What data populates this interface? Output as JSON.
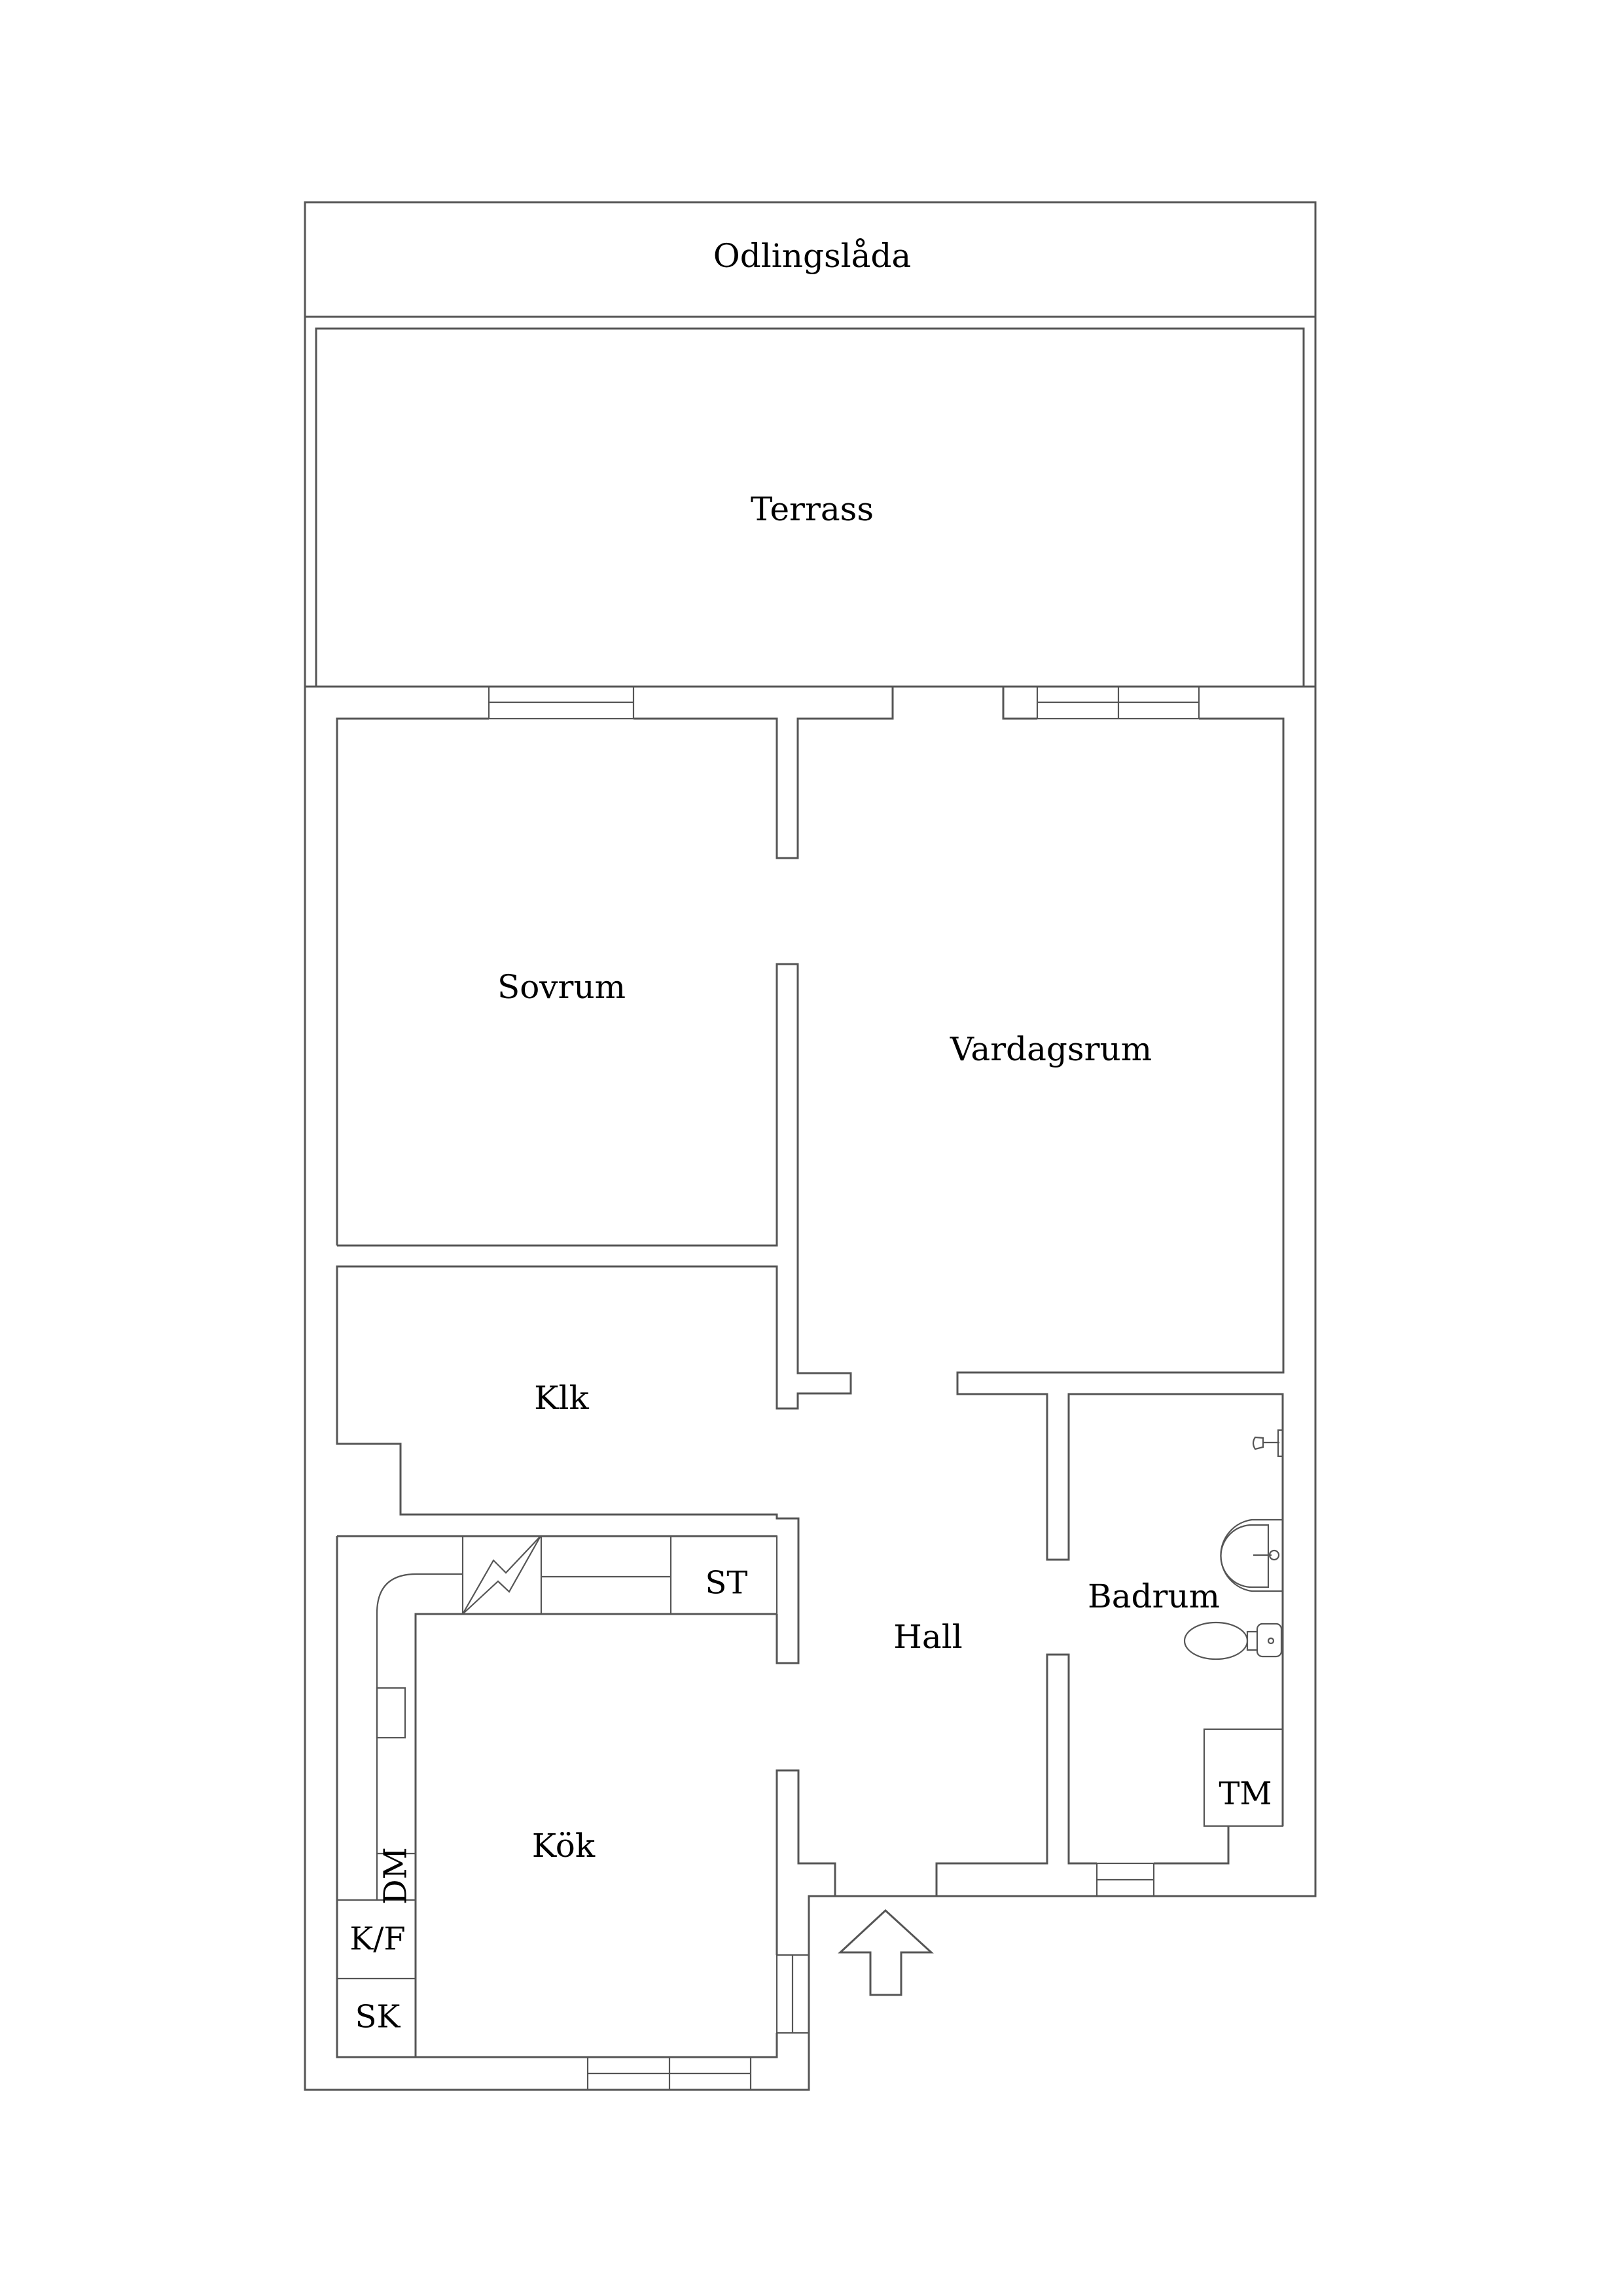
{
  "floorplan": {
    "colors": {
      "line": "#555555",
      "text": "#000000",
      "background": "#ffffff"
    },
    "outdoor": {
      "planter_label": "Odlingslåda",
      "terrace_label": "Terrass"
    },
    "rooms": {
      "bedroom": "Sovrum",
      "living_room": "Vardagsrum",
      "walk_in_closet": "Klk",
      "hall": "Hall",
      "bathroom": "Badrum",
      "kitchen": "Kök"
    },
    "fixtures": {
      "stove_top": "ST",
      "washing_machine": "TM",
      "dishwasher": "DM",
      "fridge_freezer": "K/F",
      "cabinet": "SK"
    },
    "icons": {
      "entrance": "entrance-arrow-icon",
      "stove": "stove-lightning-icon",
      "shower": "shower-icon",
      "sink": "sink-icon",
      "toilet": "toilet-icon"
    }
  }
}
